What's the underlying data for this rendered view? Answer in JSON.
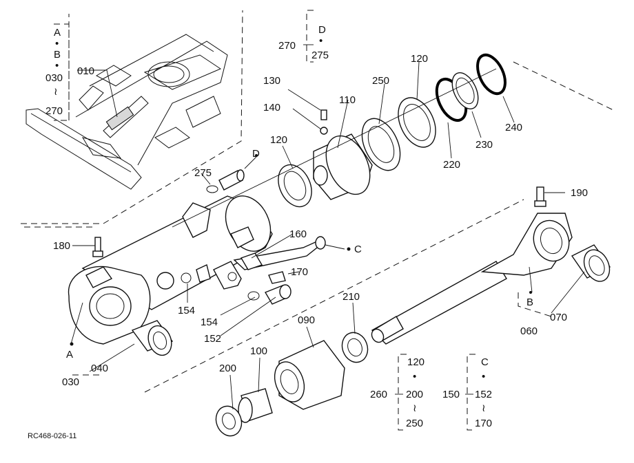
{
  "diagram": {
    "code": "RC468-026-11",
    "parts": {
      "p010": "010",
      "p030a": "030",
      "p030b": "030",
      "p040": "040",
      "p060": "060",
      "p070": "070",
      "p090": "090",
      "p100": "100",
      "p110": "110",
      "p120a": "120",
      "p120b": "120",
      "p120c": "120",
      "p130": "130",
      "p140": "140",
      "p150": "150",
      "p152a": "152",
      "p152b": "152",
      "p154a": "154",
      "p154b": "154",
      "p160": "160",
      "p170a": "170",
      "p170b": "170",
      "p180": "180",
      "p190": "190",
      "p200a": "200",
      "p200b": "200",
      "p210": "210",
      "p220": "220",
      "p230": "230",
      "p240": "240",
      "p250a": "250",
      "p250b": "250",
      "p260": "260",
      "p270a": "270",
      "p270b": "270",
      "p275a": "275",
      "p275b": "275"
    },
    "refs": {
      "A1": "A",
      "A2": "A",
      "B1": "B",
      "B2": "B",
      "C1": "C",
      "C2": "C",
      "D1": "D",
      "D2": "D"
    },
    "symbols": {
      "dot": "•",
      "tilde": "≀"
    }
  }
}
